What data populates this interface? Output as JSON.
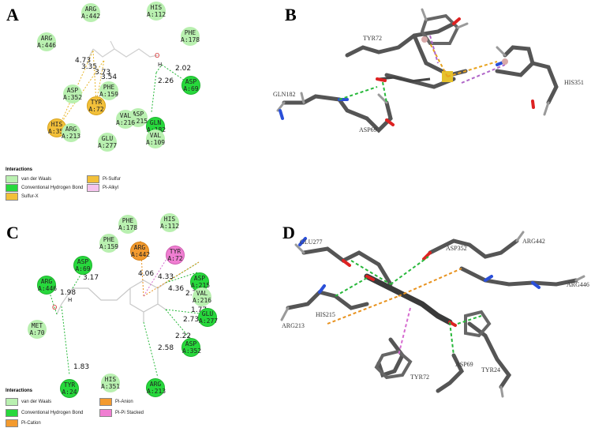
{
  "panels": {
    "a": "A",
    "b": "B",
    "c": "C",
    "d": "D"
  },
  "panelA": {
    "residues": {
      "arg442": "ARG\nA:442",
      "his112": "HIS\nA:112",
      "arg446": "ARG\nA:446",
      "phe178": "PHE\nA:178",
      "his351": "HIS\nA:351",
      "asp352": "ASP\nA:352",
      "phe159": "PHE\nA:159",
      "tyr72": "TYR\nA:72",
      "asp215": "ASP\nA:215",
      "gln182": "GLN\nA:182",
      "asp69": "ASP\nA:69",
      "val216": "VAL\nA:216",
      "arg213": "ARG\nA:213",
      "glu277": "GLU\nA:277",
      "val109": "VAL\nA:109"
    },
    "distances": {
      "d1": "4.73",
      "d2": "3.35",
      "d3": "3.73",
      "d4": "3.54",
      "d5": "2.02",
      "d6": "2.26"
    },
    "atoms": {
      "o": "O",
      "h": "H"
    },
    "legend": {
      "title": "Interactions",
      "vdw": "van der Waals",
      "conv_hb": "Conventional Hydrogen Bond",
      "sulfur_x": "Sulfur-X",
      "pi_sulfur": "Pi-Sulfur",
      "pi_alkyl": "Pi-Alkyl"
    }
  },
  "panelB": {
    "labels": {
      "tyr72": "TYR72",
      "gln182": "GLN182",
      "asp69": "ASP69",
      "his351": "HIS351"
    }
  },
  "panelC": {
    "residues": {
      "phe178": "PHE\nA:178",
      "his112": "HIS\nA:112",
      "phe159": "PHE\nA:159",
      "arg442": "ARG\nA:442",
      "tyr72": "TYR\nA:72",
      "asp69": "ASP\nA:69",
      "arg446": "ARG\nA:446",
      "asp215": "ASP\nA:215",
      "val216": "VAL\nA:216",
      "glu277": "GLU\nA:277",
      "met70": "MET\nA:70",
      "asp352": "ASP\nA:352",
      "tyr24": "TYR\nA:24",
      "his351": "HIS\nA:351",
      "arg213": "ARG\nA:213"
    },
    "distances": {
      "d1": "3.17",
      "d2": "1.98",
      "d3": "4.06",
      "d4": "4.33",
      "d5": "4.36",
      "d6": "2.77",
      "d7": "1.77",
      "d8": "2.73",
      "d9": "2.22",
      "d10": "2.58",
      "d11": "1.83"
    },
    "atoms": {
      "o": "O",
      "h": "H"
    },
    "legend": {
      "title": "Interactions",
      "vdw": "van der Waals",
      "conv_hb": "Conventional Hydrogen Bond",
      "pi_cation": "Pi-Cation",
      "pi_anion": "Pi-Anion",
      "pi_pi": "Pi-Pi Stacked"
    }
  },
  "panelD": {
    "labels": {
      "glu277": "GLU277",
      "asp352": "ASP352",
      "arg442": "ARG442",
      "arg446": "ARG446",
      "arg213": "ARG213",
      "his215": "HIS215",
      "asp69": "ASP69",
      "tyr24": "TYR24",
      "tyr72": "TYR72"
    }
  },
  "colors": {
    "vdw": "#b9f0b0",
    "conv_hb": "#27d83c",
    "sulfur": "#f2c03a",
    "pi_anion": "#f39a2e",
    "pi_stack": "#f07ed2",
    "pi_alkyl": "#f6c4ee",
    "pi_cation": "#f39a2e"
  }
}
